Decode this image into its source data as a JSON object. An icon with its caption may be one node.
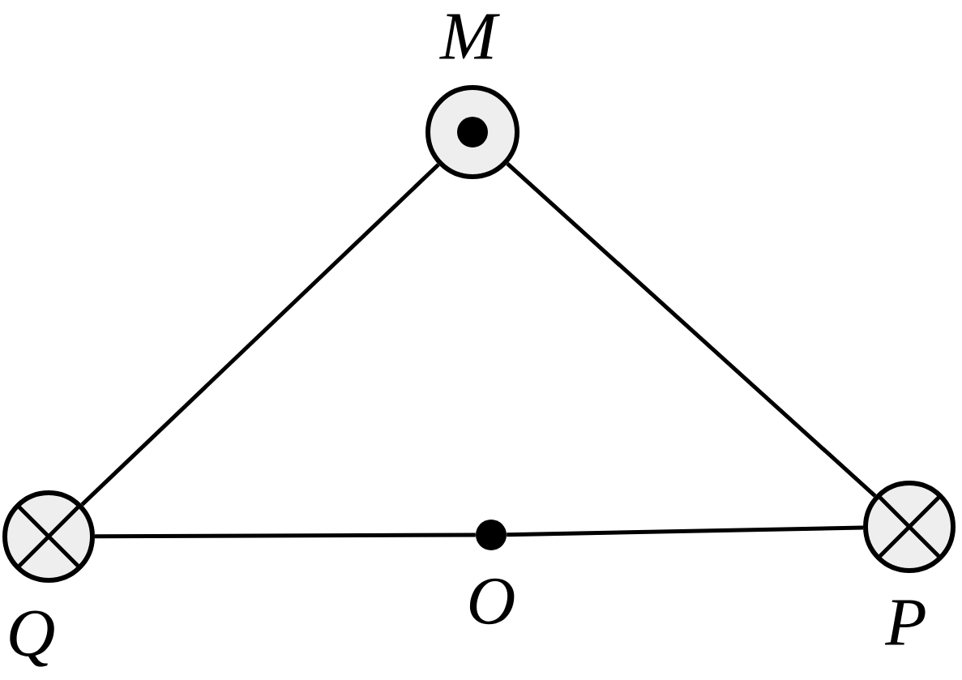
{
  "diagram": {
    "nodes": [
      {
        "text": [],
        "shape": "circle",
        "beside": [
          "M"
        ]
      },
      {
        "text": [],
        "shape": "circle",
        "beside": [
          "Q"
        ]
      },
      {
        "text": [],
        "shape": "circle",
        "beside": [
          "P"
        ]
      },
      {
        "text": [],
        "shape": "dot",
        "beside": [
          "O"
        ]
      }
    ],
    "edges": [
      {
        "from": 0,
        "to": 1,
        "arrow": "none"
      },
      {
        "from": 0,
        "to": 2,
        "arrow": "none"
      },
      {
        "from": 1,
        "to": 3,
        "arrow": "none"
      },
      {
        "from": 3,
        "to": 2,
        "arrow": "none"
      }
    ]
  }
}
